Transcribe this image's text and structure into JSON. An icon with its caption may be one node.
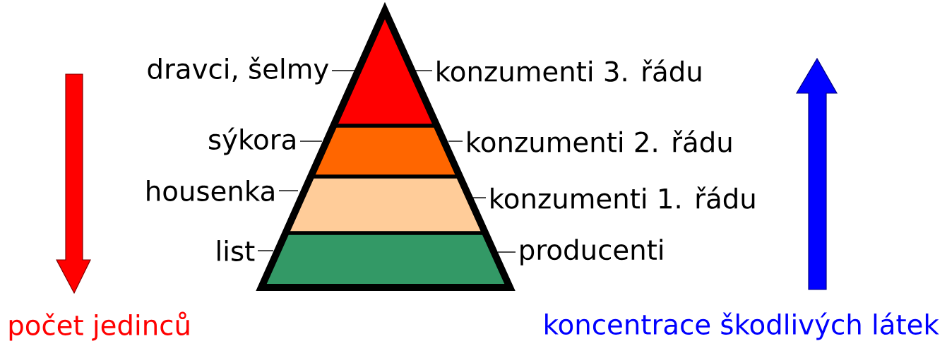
{
  "diagram": {
    "nodes": [
      {
        "text": [
          "dravci, šelmy"
        ]
      },
      {
        "text": [],
        "shape": "trapezoid"
      },
      {
        "text": [
          "konzumenti 3. řádu"
        ]
      },
      {
        "text": [
          "sýkora"
        ]
      },
      {
        "text": [],
        "shape": "trapezoid"
      },
      {
        "text": [
          "konzumenti 2. řádu"
        ]
      },
      {
        "text": [
          "housenka"
        ]
      },
      {
        "text": [],
        "shape": "trapezoid"
      },
      {
        "text": [
          "konzumenti 1. řádu"
        ]
      },
      {
        "text": [
          "list"
        ]
      },
      {
        "text": [],
        "shape": "trapezoid"
      },
      {
        "text": [
          "producenti"
        ]
      }
    ],
    "edges": [
      {
        "from": 0,
        "to": 1,
        "arrow": "none"
      },
      {
        "from": 2,
        "to": 1,
        "arrow": "none"
      },
      {
        "from": 3,
        "to": 4,
        "arrow": "none"
      },
      {
        "from": 5,
        "to": 4,
        "arrow": "none"
      },
      {
        "from": 6,
        "to": 7,
        "arrow": "none"
      },
      {
        "from": 8,
        "to": 7,
        "arrow": "none"
      },
      {
        "from": 9,
        "to": 10,
        "arrow": "none"
      },
      {
        "from": 11,
        "to": 10,
        "arrow": "none"
      }
    ],
    "labels": [
      "počet jedinců",
      "koncentrace škodlivých látek"
    ]
  }
}
